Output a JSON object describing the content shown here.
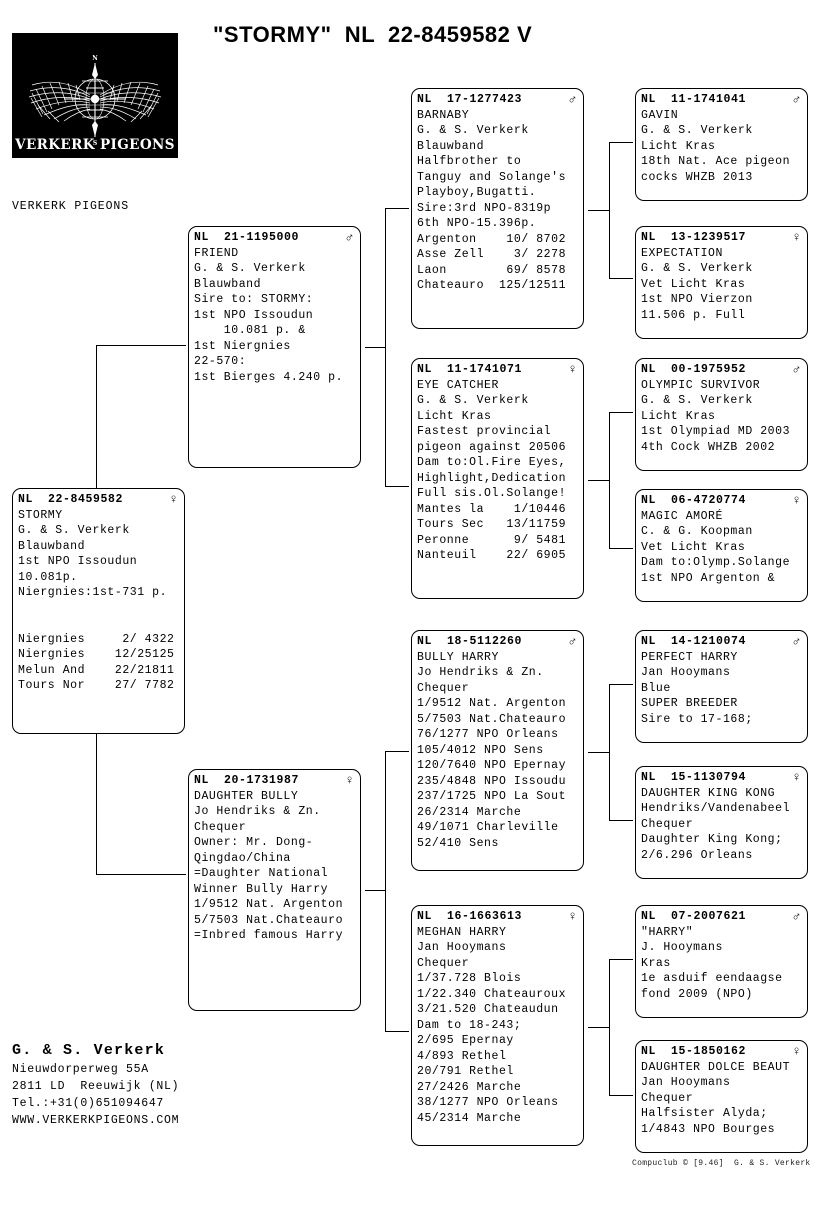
{
  "header": {
    "title": "\"STORMY\"  NL  22-8459582 V",
    "logo_alt": "VERKERK PIGEONS",
    "logo_text": "VERKERK PIGEONS",
    "breeder_label": "VERKERK PIGEONS"
  },
  "symbols": {
    "male": "♂",
    "female": "♀"
  },
  "subject": {
    "ring": "NL  22-8459582",
    "sex": "♀",
    "lines": [
      "STORMY",
      "G. & S. Verkerk",
      "Blauwband",
      "1st NPO Issoudun",
      "10.081p.",
      "Niergnies:1st-731 p.",
      "",
      "",
      "Niergnies     2/ 4322",
      "Niergnies    12/25125",
      "Melun And    22/21811",
      "Tours Nor    27/ 7782"
    ]
  },
  "sire": {
    "ring": "NL  21-1195000",
    "sex": "♂",
    "lines": [
      "FRIEND",
      "G. & S. Verkerk",
      "Blauwband",
      "Sire to: STORMY:",
      "1st NPO Issoudun",
      "    10.081 p. &",
      "1st Niergnies",
      "22-570:",
      "1st Bierges 4.240 p."
    ]
  },
  "dam": {
    "ring": "NL  20-1731987",
    "sex": "♀",
    "lines": [
      "DAUGHTER BULLY",
      "Jo Hendriks & Zn.",
      "Chequer",
      "Owner: Mr. Dong-",
      "Qingdao/China",
      "=Daughter National",
      "Winner Bully Harry",
      "1/9512 Nat. Argenton",
      "5/7503 Nat.Chateauro",
      "=Inbred famous Harry"
    ]
  },
  "gen2": [
    {
      "id": "sire-sire",
      "ring": "NL  17-1277423",
      "sex": "♂",
      "lines": [
        "BARNABY",
        "G. & S. Verkerk",
        "Blauwband",
        "Halfbrother to",
        "Tanguy and Solange's",
        "Playboy,Bugatti.",
        "Sire:3rd NPO-8319p",
        "6th NPO-15.396p.",
        "Argenton    10/ 8702",
        "Asse Zell    3/ 2278",
        "Laon        69/ 8578",
        "Chateauro  125/12511"
      ]
    },
    {
      "id": "sire-dam",
      "ring": "NL  11-1741071",
      "sex": "♀",
      "lines": [
        "EYE CATCHER",
        "G. & S. Verkerk",
        "Licht Kras",
        "Fastest provincial",
        "pigeon against 20506",
        "Dam to:Ol.Fire Eyes,",
        "Highlight,Dedication",
        "Full sis.Ol.Solange!",
        "Mantes la    1/10446",
        "Tours Sec   13/11759",
        "Peronne      9/ 5481",
        "Nanteuil    22/ 6905"
      ]
    },
    {
      "id": "dam-sire",
      "ring": "NL  18-5112260",
      "sex": "♂",
      "lines": [
        "BULLY HARRY",
        "Jo Hendriks & Zn.",
        "Chequer",
        "1/9512 Nat. Argenton",
        "5/7503 Nat.Chateauro",
        "76/1277 NPO Orleans",
        "105/4012 NPO Sens",
        "120/7640 NPO Epernay",
        "235/4848 NPO Issoudu",
        "237/1725 NPO La Sout",
        "26/2314 Marche",
        "49/1071 Charleville",
        "52/410 Sens"
      ]
    },
    {
      "id": "dam-dam",
      "ring": "NL  16-1663613",
      "sex": "♀",
      "lines": [
        "MEGHAN HARRY",
        "Jan Hooymans",
        "Chequer",
        "1/37.728 Blois",
        "1/22.340 Chateauroux",
        "3/21.520 Chateaudun",
        "Dam to 18-243;",
        "2/695 Epernay",
        "4/893 Rethel",
        "20/791 Rethel",
        "27/2426 Marche",
        "38/1277 NPO Orleans",
        "45/2314 Marche"
      ]
    }
  ],
  "gen3": [
    {
      "id": "ss-sire",
      "ring": "NL  11-1741041",
      "sex": "♂",
      "lines": [
        "GAVIN",
        "G. & S. Verkerk",
        "Licht Kras",
        "18th Nat. Ace pigeon",
        "cocks WHZB 2013"
      ]
    },
    {
      "id": "ss-dam",
      "ring": "NL  13-1239517",
      "sex": "♀",
      "lines": [
        "EXPECTATION",
        "G. & S. Verkerk",
        "Vet Licht Kras",
        "1st NPO Vierzon",
        "11.506 p. Full"
      ]
    },
    {
      "id": "sd-sire",
      "ring": "NL  00-1975952",
      "sex": "♂",
      "lines": [
        "OLYMPIC SURVIVOR",
        "G. & S. Verkerk",
        "Licht Kras",
        "1st Olympiad MD 2003",
        "4th Cock WHZB 2002"
      ]
    },
    {
      "id": "sd-dam",
      "ring": "NL  06-4720774",
      "sex": "♀",
      "lines": [
        "MAGIC AMORÉ",
        "C. & G. Koopman",
        "Vet Licht Kras",
        "Dam to:Olymp.Solange",
        "1st NPO Argenton &"
      ]
    },
    {
      "id": "ds-sire",
      "ring": "NL  14-1210074",
      "sex": "♂",
      "lines": [
        "PERFECT HARRY",
        "Jan Hooymans",
        "Blue",
        "SUPER BREEDER",
        "Sire to 17-168;"
      ]
    },
    {
      "id": "ds-dam",
      "ring": "NL  15-1130794",
      "sex": "♀",
      "lines": [
        "DAUGHTER KING KONG",
        "Hendriks/Vandenabeel",
        "Chequer",
        "Daughter King Kong;",
        "2/6.296 Orleans"
      ]
    },
    {
      "id": "dd-sire",
      "ring": "NL  07-2007621",
      "sex": "♂",
      "lines": [
        "\"HARRY\"",
        "J. Hooymans",
        "Kras",
        "1e asduif eendaagse",
        "fond 2009 (NPO)"
      ]
    },
    {
      "id": "dd-dam",
      "ring": "NL  15-1850162",
      "sex": "♀",
      "lines": [
        "DAUGHTER DOLCE BEAUT",
        "Jan Hooymans",
        "Chequer",
        "Halfsister Alyda;",
        "1/4843 NPO Bourges"
      ]
    }
  ],
  "footer": {
    "name": "G. & S. Verkerk",
    "address1": "Nieuwdorperweg 55A",
    "address2": "2811 LD  Reeuwijk (NL)",
    "phone": "Tel.:+31(0)651094647",
    "website": "WWW.VERKERKPIGEONS.COM",
    "credit": "Compuclub © [9.46]  G. & S. Verkerk"
  }
}
